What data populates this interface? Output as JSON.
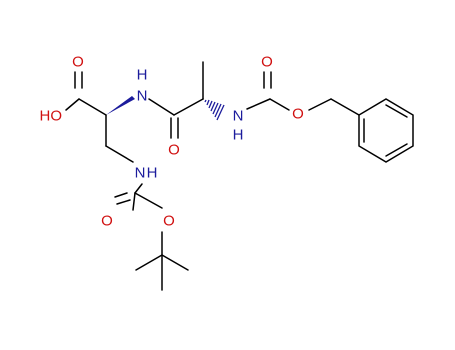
{
  "structure": {
    "colors": {
      "bond": "#000000",
      "nitrogen": "#1c1c9c",
      "oxygen": "#d01010"
    },
    "atoms": {
      "acid_carbonyl_o": "O",
      "acid_hydroxyl": "HO",
      "amide_nh_left": "H",
      "amide_n_left": "N",
      "amide_o": "O",
      "carbamate_nh_right": "H",
      "carbamate_n_right": "N",
      "cbz_carbonyl_o": "O",
      "cbz_ester_o": "O",
      "boc_nh": "H",
      "boc_n": "N",
      "boc_carbonyl_o": "O",
      "boc_ester_o": "O"
    }
  }
}
